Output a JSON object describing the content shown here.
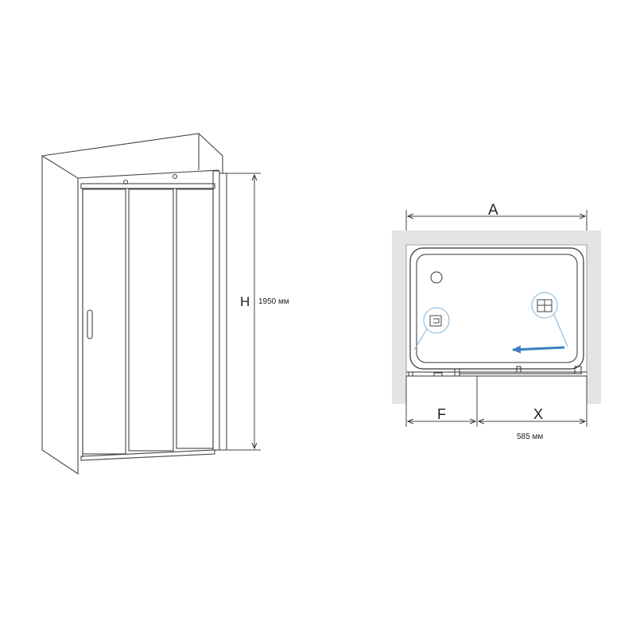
{
  "elevation": {
    "height_letter": "H",
    "height_value": "1950 мм"
  },
  "plan": {
    "width_letter": "A",
    "opening_letter": "F",
    "door_letter": "X",
    "door_value": "585 мм",
    "arrow_color": "#3a7fc1",
    "detail_color": "#7fb2d8"
  }
}
